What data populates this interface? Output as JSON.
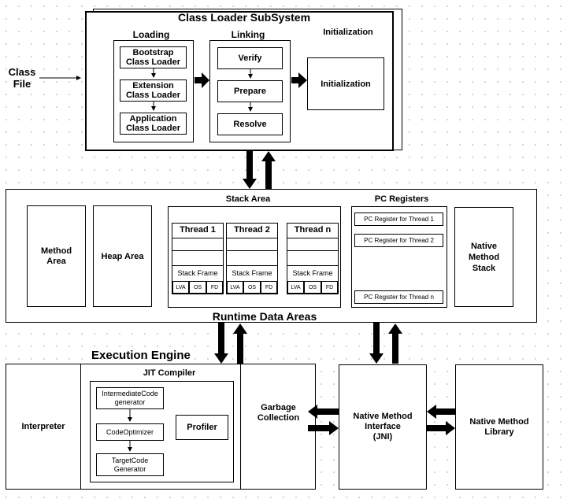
{
  "class_file": "Class\nFile",
  "class_loader": {
    "title": "Class Loader SubSystem",
    "loading": {
      "label": "Loading",
      "items": [
        "Bootstrap\nClass Loader",
        "Extension\nClass Loader",
        "Application\nClass Loader"
      ]
    },
    "linking": {
      "label": "Linking",
      "items": [
        "Verify",
        "Prepare",
        "Resolve"
      ]
    },
    "initialization": {
      "label": "Initialization",
      "box": "Initialization"
    }
  },
  "runtime": {
    "title": "Runtime Data Areas",
    "method_area": "Method\nArea",
    "heap_area": "Heap Area",
    "stack_area": {
      "label": "Stack Area",
      "threads": [
        "Thread 1",
        "Thread 2",
        "Thread n"
      ],
      "stack_frame": "Stack Frame",
      "cells": [
        "LVA",
        "OS",
        "FD"
      ]
    },
    "pc_registers": {
      "label": "PC Registers",
      "items": [
        "PC Register for Thread 1",
        "PC Register for Thread 2",
        "PC Register for Thread n"
      ]
    },
    "native_stack": "Native\nMethod\nStack"
  },
  "execution": {
    "title": "Execution Engine",
    "interpreter": "Interpreter",
    "jit": {
      "label": "JIT Compiler",
      "items": [
        "IntermediateCode\ngenerator",
        "CodeOptimizer",
        "TargetCode\nGenerator"
      ],
      "profiler": "Profiler"
    },
    "gc": "Garbage\nCollection"
  },
  "jni": "Native Method\nInterface\n(JNI)",
  "native_library": "Native Method\nLibrary"
}
